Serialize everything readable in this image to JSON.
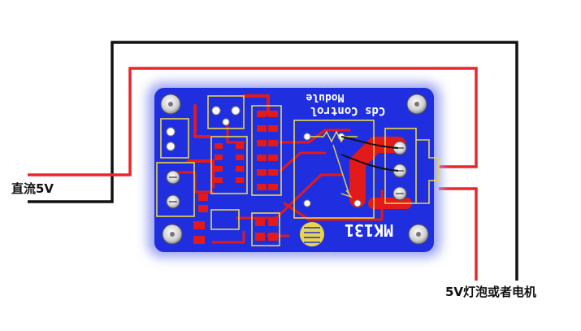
{
  "labels": {
    "input": "直流5V",
    "output": "5V灯泡或者电机"
  },
  "board": {
    "title": "Cds Control",
    "subtitle": "Module",
    "model": "MK131"
  },
  "colors": {
    "board": "#1f2fe0",
    "board_glow": "#9aa2f2",
    "trace_red": "#e21a1a",
    "silkscreen": "#e8d54a",
    "wire_red": "#e8262b",
    "wire_black": "#111111",
    "screw": "#e9e9e9"
  }
}
